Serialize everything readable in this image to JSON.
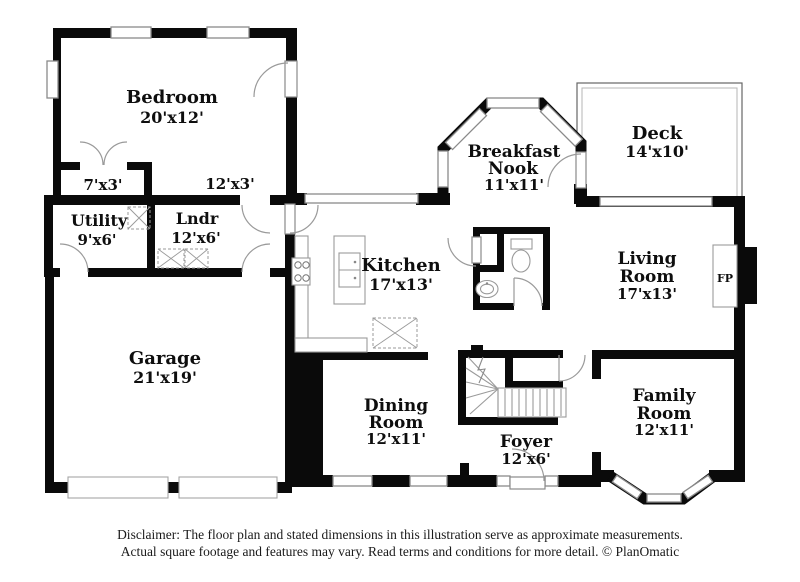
{
  "rooms": {
    "bedroom": {
      "label": "Bedroom",
      "dims": "20'x12'"
    },
    "bedroom_closet": {
      "dims": "7'x3'"
    },
    "hall": {
      "dims": "12'x3'"
    },
    "utility": {
      "label": "Utility",
      "dims": "9'x6'"
    },
    "laundry": {
      "label": "Lndr",
      "dims": "12'x6'"
    },
    "garage": {
      "label": "Garage",
      "dims": "21'x19'"
    },
    "kitchen": {
      "label": "Kitchen",
      "dims": "17'x13'"
    },
    "breakfast_nook": {
      "label": "Breakfast",
      "label2": "Nook",
      "dims": "11'x11'"
    },
    "deck": {
      "label": "Deck",
      "dims": "14'x10'"
    },
    "living_room": {
      "label": "Living",
      "label2": "Room",
      "dims": "17'x13'"
    },
    "dining_room": {
      "label": "Dining",
      "label2": "Room",
      "dims": "12'x11'"
    },
    "foyer": {
      "label": "Foyer",
      "dims": "12'x6'"
    },
    "family_room": {
      "label": "Family",
      "label2": "Room",
      "dims": "12'x11'"
    }
  },
  "fireplace": {
    "label": "FP"
  },
  "disclaimer": {
    "line1": "Disclaimer: The floor plan and stated dimensions in this illustration serve as approximate measurements.",
    "line2": "Actual square footage and features may vary. Read terms and conditions for more detail. © PlanOmatic"
  },
  "colors": {
    "wall": "#0a0a0a",
    "window_stroke": "#8a8a8a",
    "fixture_stroke": "#999999",
    "text": "#0e0e0e"
  }
}
